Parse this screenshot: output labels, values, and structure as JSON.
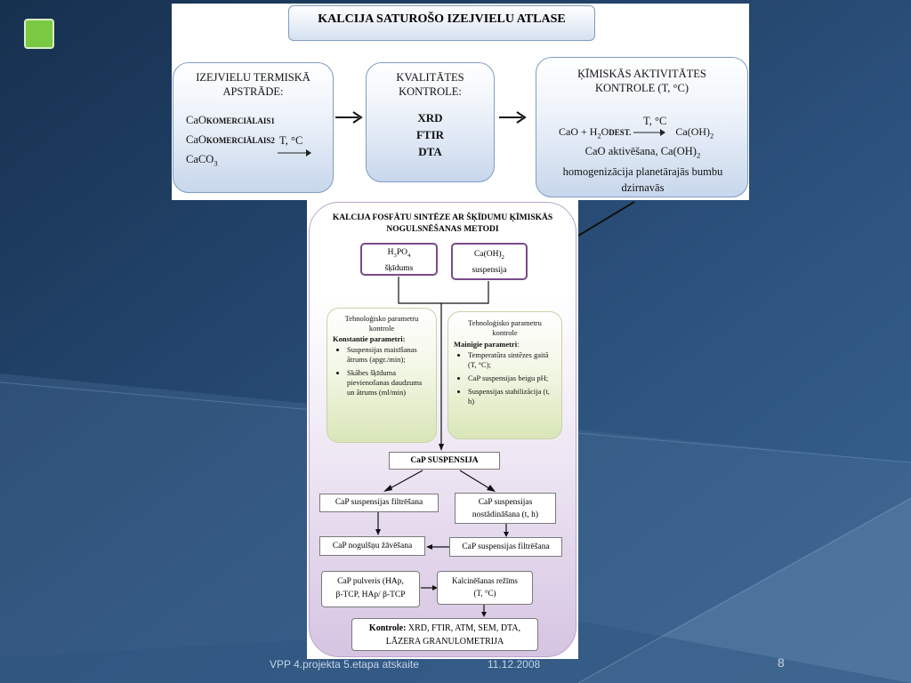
{
  "footer": {
    "left": "VPP 4.projekta 5.etapa atskaite",
    "date": "11.12.2008",
    "page_number": "8"
  },
  "colors": {
    "bullet": "#7ac943",
    "background": "#1e3a63",
    "accent_purple": "#7a4a8a"
  },
  "top_diagram": {
    "title": "KALCIJA SATUROŠO IZEJVIELU ATLASE",
    "box1": {
      "title_line1": "IZEJVIELU TERMISKĀ",
      "title_line2": "APSTRĀDE:",
      "item1_main": "CaO",
      "item1_sub": "KOMERCIĀLAIS1",
      "item2_main": "CaO",
      "item2_sub": "KOMERCIĀLAIS2",
      "item3_main": "CaCO",
      "item3_sub": "3",
      "arrow_label": "T, °C"
    },
    "box2": {
      "title_line1": "KVALITĀTES",
      "title_line2": "KONTROLE:",
      "method1": "XRD",
      "method2": "FTIR",
      "method3": "DTA"
    },
    "box3": {
      "title_line1": "ĶĪMISKĀS AKTIVITĀTES",
      "title_line2": "KONTROLE (T, °C)",
      "reaction_lhs": "CaO + H",
      "reaction_sub1": "2",
      "reaction_o": "O",
      "reaction_sub2": "DEST.",
      "reaction_arrow_label": "T, °C",
      "reaction_rhs": "Ca(OH)",
      "reaction_rhs_sub": "2",
      "desc_line1": "CaO aktivēšana, Ca(OH)",
      "desc_line1_sub": "2",
      "desc_line2": "homogenizācija planetārajās bumbu",
      "desc_line3": "dzirnavās"
    }
  },
  "bottom_diagram": {
    "title_line1": "KALCIJA FOSFĀTU SINTĒZE AR ŠĶĪDUMU ĶĪMISKĀS",
    "title_line2": "NOGULSNĒŠANAS METODI",
    "input1_a": "H",
    "input1_a_sub": "3",
    "input1_b": "PO",
    "input1_b_sub": "4",
    "input1_line2": "šķīdums",
    "input2_a": "Ca(OH)",
    "input2_a_sub": "2",
    "input2_line2": "suspensija",
    "left_panel": {
      "heading_line1": "Tehnoloģisko parametru",
      "heading_line2": "kontrole",
      "subheading": "Konstantie parametri:",
      "items": [
        "Suspensijas maisīšanas ātrums (apgr./min);",
        "Skābes šķīduma pievienošanas daudzums un ātrums (ml/min)"
      ]
    },
    "right_panel": {
      "heading_line1": "Tehnoloģisko parametru",
      "heading_line2": "kontrole",
      "subheading": "Mainīgie parametri",
      "subheading_tail": ":",
      "items": [
        "Temperatūra sintēzes gaitā (T, °C);",
        "CaP suspensijas beigu pH;",
        "Suspensijas stabilizācija (t, h)"
      ]
    },
    "cap_suspension": "CaP SUSPENSIJA",
    "left_filtration": "CaP suspensijas filtrēšana",
    "right_settle_line1": "CaP suspensijas",
    "right_settle_line2": "nostādināšana (t, h)",
    "drying": "CaP nogulšņu žāvēšana",
    "right_filtration": "CaP suspensijas filtrēšana",
    "powder_line1": "CaP pulveris (HAp,",
    "powder_line2": "β-TCP, HAp/ β-TCP",
    "calcination_line1": "Kalcinēšanas režīms",
    "calcination_line2": "(T, °C)",
    "control_label": "Kontrole:",
    "control_line1": " XRD, FTIR, ATM, SEM, DTA,",
    "control_line2": "LĀZERA GRANULOMETRIJA"
  }
}
